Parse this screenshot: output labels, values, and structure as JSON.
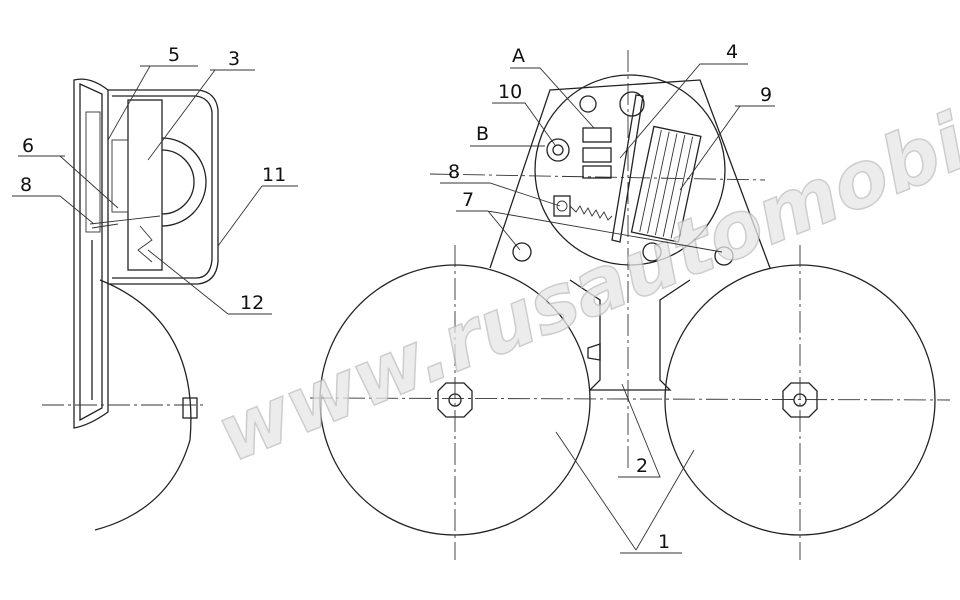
{
  "title": "Sound signal construction diagram",
  "watermark": "www.rusautomobil",
  "labels_side_view": [
    "5",
    "3",
    "6",
    "8",
    "11",
    "12"
  ],
  "labels_front_view": [
    "A",
    "4",
    "10",
    "9",
    "B",
    "8",
    "7",
    "2",
    "1"
  ]
}
